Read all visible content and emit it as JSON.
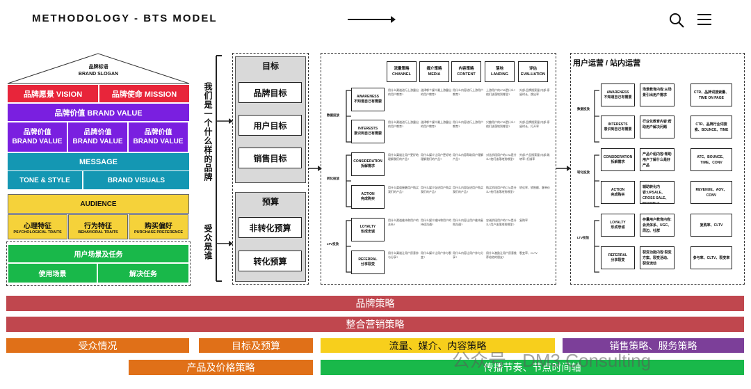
{
  "header": {
    "title": "METHODOLOGY - BTS MODEL"
  },
  "colors": {
    "red": "#e8253a",
    "purple": "#7a1fe0",
    "teal": "#1497b3",
    "yellow": "#f5d23a",
    "green": "#19b84a",
    "bar_red": "#c0474e",
    "bar_orange": "#e07018",
    "bar_yellow": "#f7cf1c",
    "bar_purple": "#7c3f99",
    "bar_green": "#19b84a"
  },
  "house": {
    "roof_line1": "品牌标语",
    "roof_line2": "BRAND SLOGAN",
    "vision": "品牌愿景 VISION",
    "mission": "品牌使命 MISSION",
    "brand_value": "品牌价值 BRAND VALUE",
    "value_items": [
      {
        "cn": "品牌价值",
        "en": "BRAND VALUE"
      },
      {
        "cn": "品牌价值",
        "en": "BRAND VALUE"
      },
      {
        "cn": "品牌价值",
        "en": "BRAND VALUE"
      }
    ],
    "message": "MESSAGE",
    "tone": "TONE & STYLE",
    "visuals": "BRAND VISUALS",
    "audience": "AUDIENCE",
    "traits": [
      {
        "cn": "心理特征",
        "en": "PSYCHOLOGICAL TRAITS"
      },
      {
        "cn": "行为特征",
        "en": "BEHAVIORAL TRAITS"
      },
      {
        "cn": "购买偏好",
        "en": "PURCHASE PREFERENCE"
      }
    ],
    "scenario": "用户场景及任务",
    "use": "使用场景",
    "task": "解决任务"
  },
  "side_labels": {
    "who_we_are": "我们是一个什么样的品牌",
    "audience_who": "受众是谁"
  },
  "goals": {
    "title": "目标",
    "items": [
      "品牌目标",
      "用户目标",
      "销售目标"
    ]
  },
  "budget": {
    "title": "预算",
    "items": [
      "非转化预算",
      "转化预算"
    ]
  },
  "strategy": {
    "columns": [
      {
        "cn": "流量策略",
        "en": "CHANNEL"
      },
      {
        "cn": "媒介策略",
        "en": "MEDIA"
      },
      {
        "cn": "内容策略",
        "en": "CONTENT"
      },
      {
        "cn": "落地",
        "en": "LANDING"
      },
      {
        "cn": "评估",
        "en": "EVALUATION"
      }
    ],
    "group_labels": [
      "数据投放",
      "转化投放",
      "LTV投放"
    ],
    "rows": [
      {
        "en": "AWARENESS",
        "cn": "不知道自己有需要",
        "cells": [
          "用什么渠道进行上游露出的用户教育?",
          "选择哪个媒介最上游露出的用户教育?",
          "用什么内容进行上游用户教育?",
          "上游用户的CTA是什么?他们该落地到哪里?",
          "外部:品牌搜索量 内部:停留时长、跳出率"
        ]
      },
      {
        "en": "INTERESTS",
        "cn": "意识到自己有需要",
        "cells": [
          "用什么渠道进行上游露出的用户教育?",
          "选择哪个媒介最上游露出的用户教育?",
          "用什么内容进行上游用户教育?",
          "兴趣用户的CTA是什么?他们该落地到哪里?",
          "外部:品牌搜索量 内部:停留时长、打开率"
        ]
      },
      {
        "en": "CONSIDERATION",
        "cn": "拆解需求",
        "cells": [
          "用什么渠道让用户更好地理解我们的产品?",
          "用什么媒介让用户更好地理解我们的产品?",
          "用什么内容帮助用户理解产品?",
          "对比阶段用户的CTA是什么?他们该落地到哪里?",
          "外部:产品搜索量 内部:跳转率+打顺率"
        ]
      },
      {
        "en": "ACTION",
        "cn": "完成购买",
        "cells": [
          "用什么渠道接触用户购买我们的产品?",
          "用什么媒介促进用户购买我们的产品?",
          "用什么内容促进用户购买我们的产品?",
          "购买阶段用户的CTA是什么?他们该落地到哪里?",
          "转化率、销售额、客单价"
        ]
      },
      {
        "en": "LOYALTY",
        "cn": "形成忠诚",
        "cells": [
          "用什么渠道维持和用户的关系?",
          "用什么媒介维持和用户的持续沟通?",
          "用什么内容让用户维持复购沟通?",
          "忠诚阶段用户的CTA是什么?用户该落地到哪里?",
          "复购率"
        ]
      },
      {
        "en": "REFERRAL",
        "cn": "分享裂变",
        "cells": [
          "用什么渠道让用户愿意参与分享?",
          "用什么媒介让用户参与裂变?",
          "用什么内容让用户参与分享?",
          "用什么激励让用户愿意推荐给他的朋友?",
          "裂变率、CLTV"
        ]
      }
    ]
  },
  "operations": {
    "title": "用户运营 / 站内运营",
    "group_labels": [
      "数据投放",
      "转化投放",
      "LTV投放"
    ],
    "rows": [
      {
        "en": "AWARENESS",
        "cn": "不知道自己有需要",
        "content": "场景教育内容:从场景引出用户需求",
        "metric": "CTR、品牌词搜索量、TIME ON PAGE"
      },
      {
        "en": "INTERESTS",
        "cn": "意识到自己有需要",
        "content": "行业化教育内容:帮助用户解决问题",
        "metric": "CTR、品牌行业词搜索、BOUNCE、TIME"
      },
      {
        "en": "CONSIDERATION",
        "cn": "拆解需求",
        "content": "产品介绍内容:帮助用户了解什么是好产品",
        "metric": "ATC、BOUNCE、TIME、CONV"
      },
      {
        "en": "ACTION",
        "cn": "完成购买",
        "content": "辅助转化内容:UPSALE、CROSS SALE、BOUNDLE",
        "metric": "REVENUE、AOV、CONV"
      },
      {
        "en": "LOYALTY",
        "cn": "形成忠诚",
        "content": "存量用户教育内容:会员体系、UGC、周边、社群",
        "metric": "复购率、CLTV"
      },
      {
        "en": "REFERRAL",
        "cn": "分享裂变",
        "content": "裂变功能内容:裂变方案、裂变活动、裂变流动",
        "metric": "参与率、CLTV、裂变率"
      }
    ]
  },
  "bottom_bars": {
    "brand_strategy": "品牌策略",
    "imc_strategy": "整合营销策略",
    "audience_situation": "受众情况",
    "goal_budget": "目标及预算",
    "traffic_media_content": "流量、媒介、内容策略",
    "sales_service": "销售策略、服务策略",
    "product_price": "产品及价格策略",
    "rhythm": "传播节奏、节点时间轴"
  },
  "watermark": "公众号 · DM3 Consulting"
}
